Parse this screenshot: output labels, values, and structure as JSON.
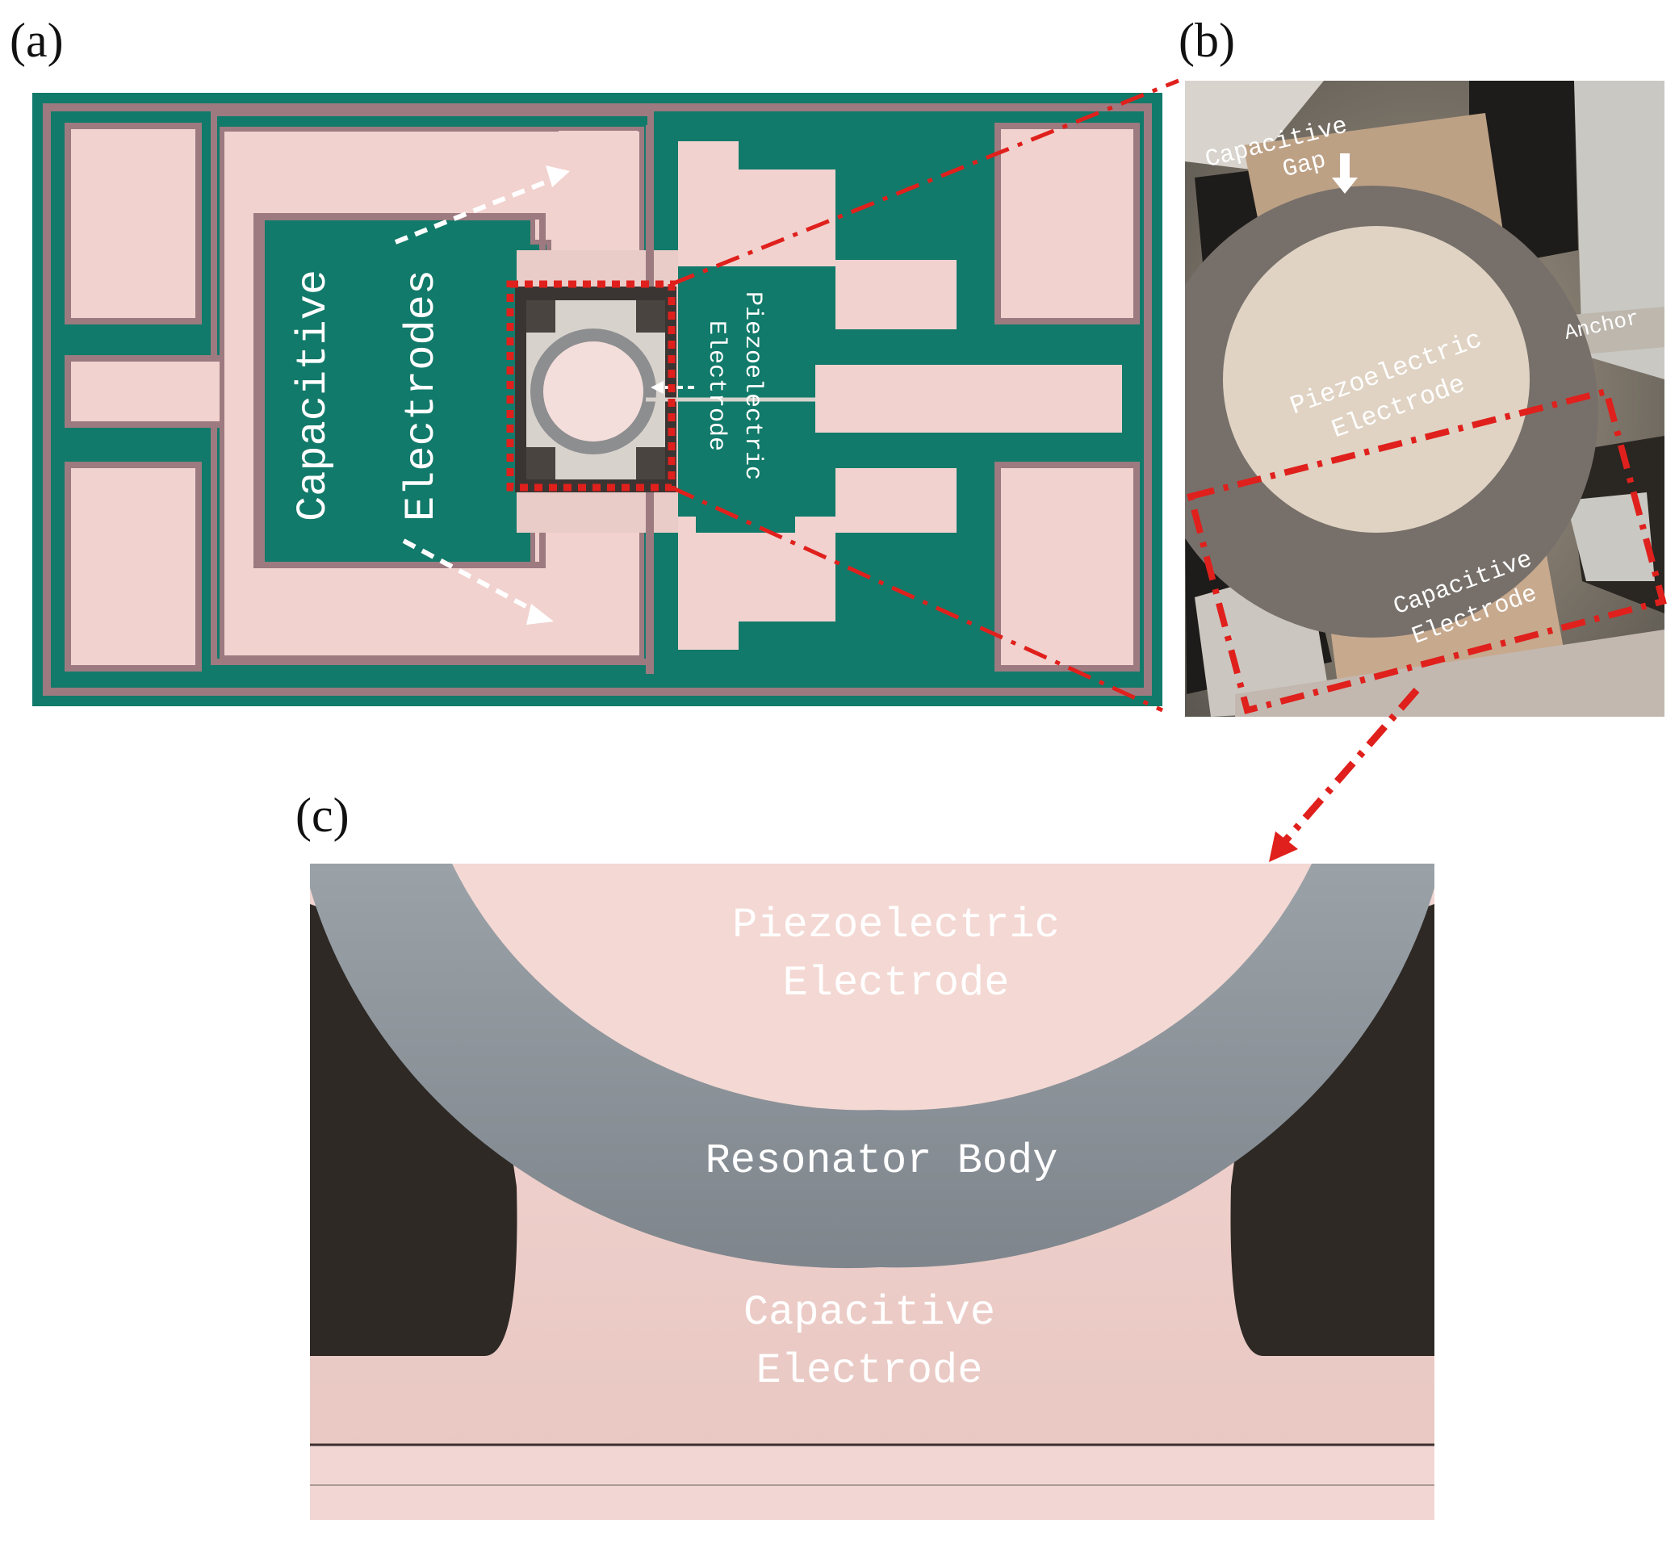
{
  "panel_labels": {
    "a": "(a)",
    "b": "(b)",
    "c": "(c)"
  },
  "panel_a": {
    "label_capacitive": "Capacitive",
    "label_electrodes": "Electrodes",
    "label_piezoelectric": "Piezoelectric",
    "label_electrode": "Electrode"
  },
  "panel_b": {
    "label_capacitive": "Capacitive",
    "label_gap": "Gap",
    "label_anchor": "Anchor",
    "label_piezoelectric": "Piezoelectric",
    "label_electrode": "Electrode",
    "label_cap_electrode_1": "Capacitive",
    "label_cap_electrode_2": "Electrode"
  },
  "panel_c": {
    "label_piezoelectric": "Piezoelectric",
    "label_electrode": "Electrode",
    "label_resonator_body": "Resonator Body",
    "label_capacitive": "Capacitive",
    "label_cap_electrode": "Electrode"
  },
  "colors": {
    "substrate_green": "#127a6a",
    "pad_pink": "#f1d2cf",
    "trace_mauve": "#9c7a80",
    "annotation_red": "#e0201c",
    "ring_gray": "#8d8e90",
    "dark_trench": "#2a2622"
  }
}
